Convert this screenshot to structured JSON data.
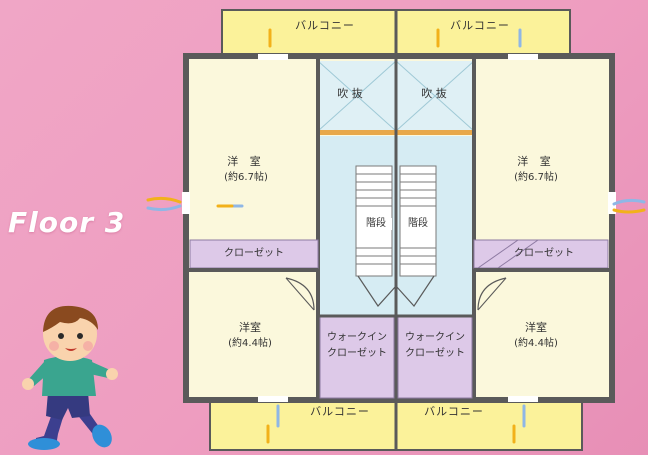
{
  "floor_label": "Floor 3",
  "balcony_top_left": "バルコニー",
  "balcony_top_right": "バルコニー",
  "balcony_bottom_left": "バルコニー",
  "balcony_bottom_right": "バルコニー",
  "void_left": "吹 抜",
  "void_right": "吹 抜",
  "western_room_large_left": {
    "name": "洋 室",
    "size": "(約6.7帖)"
  },
  "western_room_large_right": {
    "name": "洋 室",
    "size": "(約6.7帖)"
  },
  "closet_left": "クローゼット",
  "closet_right": "クローゼット",
  "stairs_left": "階段",
  "stairs_right": "階段",
  "western_room_small_left": {
    "name": "洋室",
    "size": "(約4.4帖)"
  },
  "western_room_small_right": {
    "name": "洋室",
    "size": "(約4.4帖)"
  },
  "walkin_left": {
    "line1": "ウォークイン",
    "line2": "クローゼット"
  },
  "walkin_right": {
    "line1": "ウォークイン",
    "line2": "クローゼット"
  },
  "colors": {
    "background": "#ee9dc0",
    "room_fill": "#fbf8dc",
    "balcony_fill": "#fbf29a",
    "closet_fill": "#ddc9e8",
    "stair_fill": "#d6ecf3",
    "wall": "#5a5a5a"
  }
}
